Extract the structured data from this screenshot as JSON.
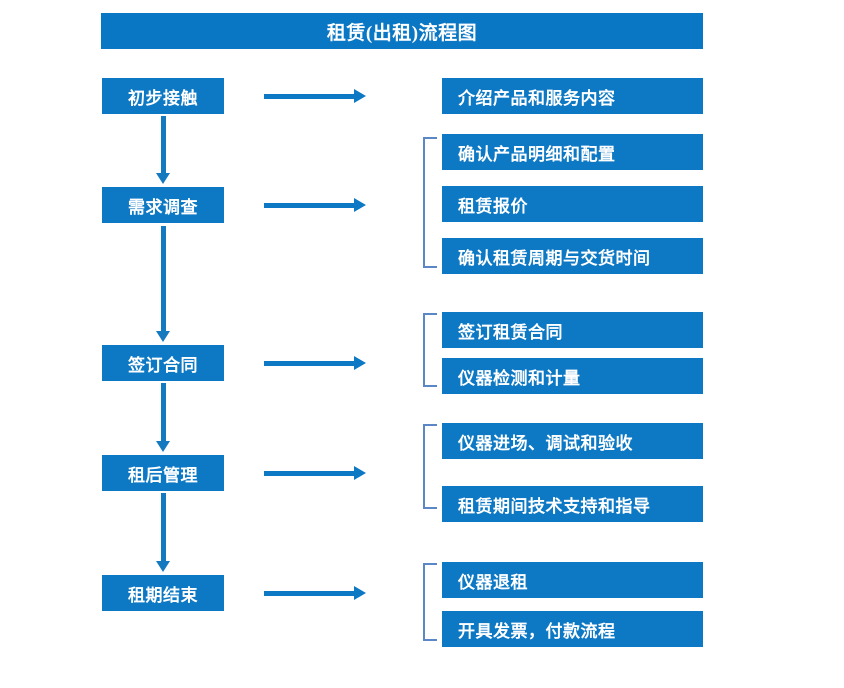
{
  "title": "租赁(出租)流程图",
  "colors": {
    "box_blue": "#0d78c4",
    "title_blue": "#0a77c5",
    "arrow_blue": "#1579c0",
    "bracket_blue": "#5b87c6",
    "text_white": "#ffffff",
    "background": "#ffffff"
  },
  "stages": [
    {
      "label": "初步接触"
    },
    {
      "label": "需求调查"
    },
    {
      "label": "签订合同"
    },
    {
      "label": "租后管理"
    },
    {
      "label": "租期结束"
    }
  ],
  "details": [
    {
      "label": "介绍产品和服务内容"
    },
    {
      "label": "确认产品明细和配置"
    },
    {
      "label": "租赁报价"
    },
    {
      "label": "确认租赁周期与交货时间"
    },
    {
      "label": "签订租赁合同"
    },
    {
      "label": "仪器检测和计量"
    },
    {
      "label": "仪器进场、调试和验收"
    },
    {
      "label": "租赁期间技术支持和指导"
    },
    {
      "label": "仪器退租"
    },
    {
      "label": "开具发票，付款流程"
    }
  ]
}
